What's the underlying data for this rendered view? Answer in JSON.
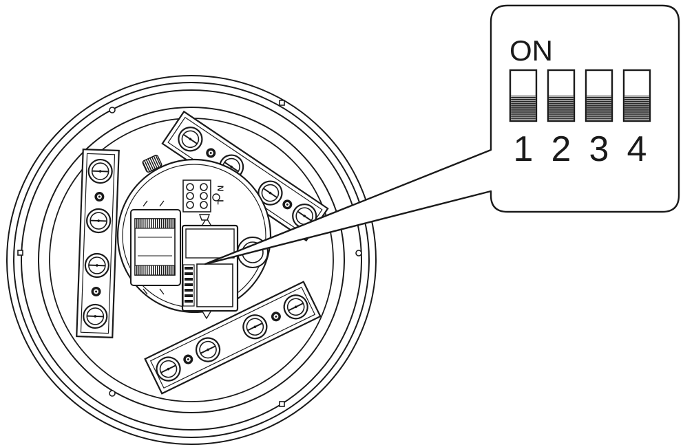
{
  "callout": {
    "on_label": "ON",
    "switches": [
      {
        "number": "1",
        "state": "off"
      },
      {
        "number": "2",
        "state": "off"
      },
      {
        "number": "3",
        "state": "off"
      },
      {
        "number": "4",
        "state": "off"
      }
    ]
  },
  "terminal_marks": [
    "N",
    "L"
  ],
  "colors": {
    "line": "#1a1a1a",
    "background": "#ffffff"
  }
}
